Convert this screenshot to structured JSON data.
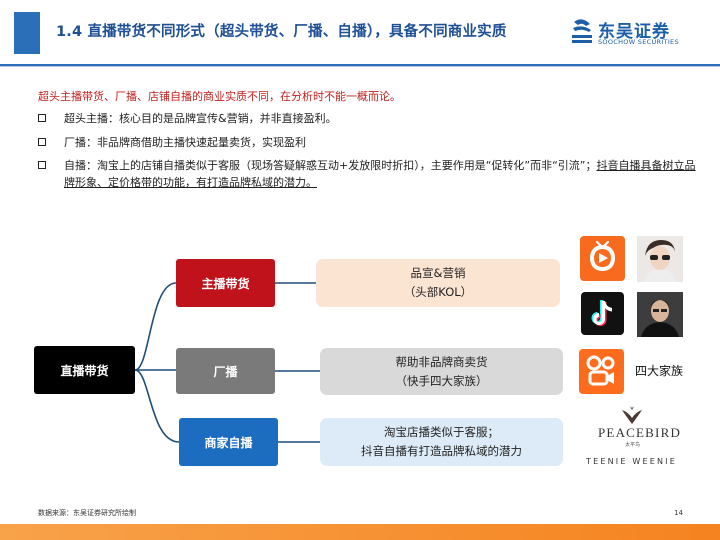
{
  "header": {
    "title": "1.4 直播带货不同形式（超头带货、厂播、自播），具备不同商业实质",
    "logo_cn": "东吴证券",
    "logo_en": "SOOCHOW SECURITIES",
    "accent_color": "#2a6fb7"
  },
  "intro": "超头主播带货、厂播、店铺自播的商业实质不同，在分析时不能一概而论。",
  "bullets": [
    {
      "text": "超头主播：核心目的是品牌宣传&营销，并非直接盈利。"
    },
    {
      "text": "厂播：非品牌商借助主播快速起量卖货，实现盈利"
    },
    {
      "text_plain": "自播：淘宝上的店铺自播类似于客服（现场答疑解惑互动+发放限时折扣），主要作用是“促转化”而非“引流”；",
      "text_underlined": "抖音自播具备树立品牌形象、定价格带的功能，有打造品牌私域的潜力。"
    }
  ],
  "diagram": {
    "root": "直播带货",
    "branches": [
      {
        "label": "主播带货",
        "color": "#c0121b",
        "desc_line1": "品宣&营销",
        "desc_line2": "（头部KOL）"
      },
      {
        "label": "厂播",
        "color": "#7a7a7a",
        "desc_line1": "帮助非品牌商卖货",
        "desc_line2": "（快手四大家族）"
      },
      {
        "label": "商家自播",
        "color": "#1c6cc0",
        "desc_line1": "淘宝店播类似于客服；",
        "desc_line2": "抖音自播有打造品牌私域的潜力"
      }
    ]
  },
  "side": {
    "family_label": "四大家族",
    "brand1": "PEACEBIRD",
    "brand1_sub": "太平鸟",
    "brand2": "TEENIE WEENIE",
    "icons": [
      "kuaishou-logo",
      "streamer-portrait",
      "douyin-logo",
      "streamer-portrait",
      "kuaishou-logo"
    ]
  },
  "footer": {
    "source": "数据来源：东吴证券研究所绘制",
    "page": "14",
    "bar_color": "#f5831f"
  }
}
